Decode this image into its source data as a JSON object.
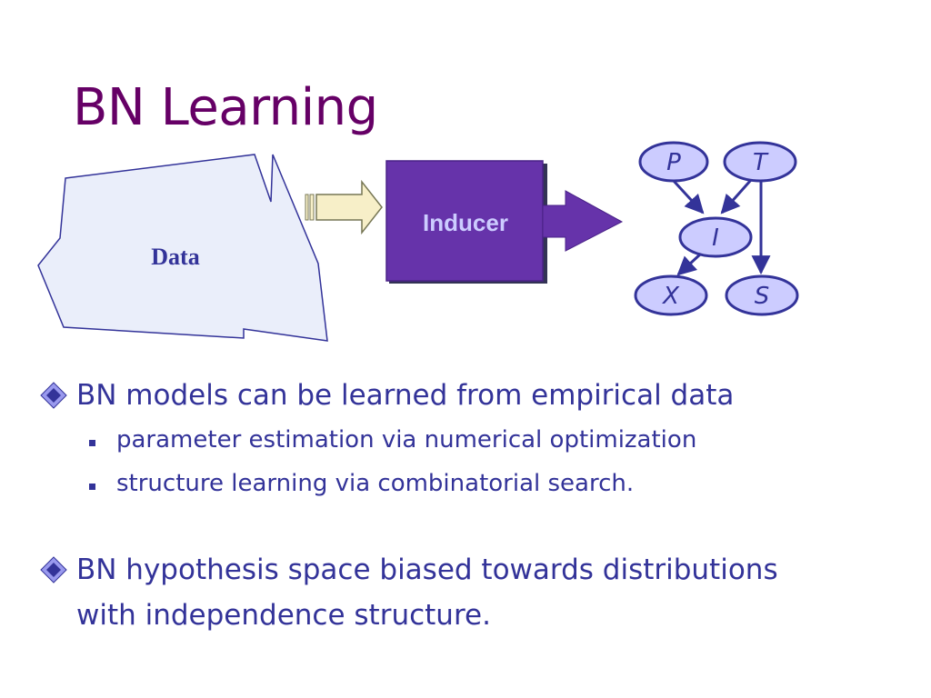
{
  "slide": {
    "title": "BN Learning"
  },
  "diagram": {
    "data_label": "Data",
    "inducer_label": "Inducer",
    "nodes": [
      "P",
      "T",
      "I",
      "X",
      "S"
    ]
  },
  "bullets": {
    "b1": "BN models can be learned from empirical data",
    "b1_sub1": "parameter estimation via numerical optimization",
    "b1_sub2": "structure learning via combinatorial search.",
    "b2_line1": "BN hypothesis space biased towards distributions",
    "b2_line2": "with independence structure."
  },
  "colors": {
    "title": "#660066",
    "text": "#333399",
    "inducer_fill": "#6633aa",
    "node_fill": "#ccccff",
    "data_fill": "#eaeefa"
  }
}
